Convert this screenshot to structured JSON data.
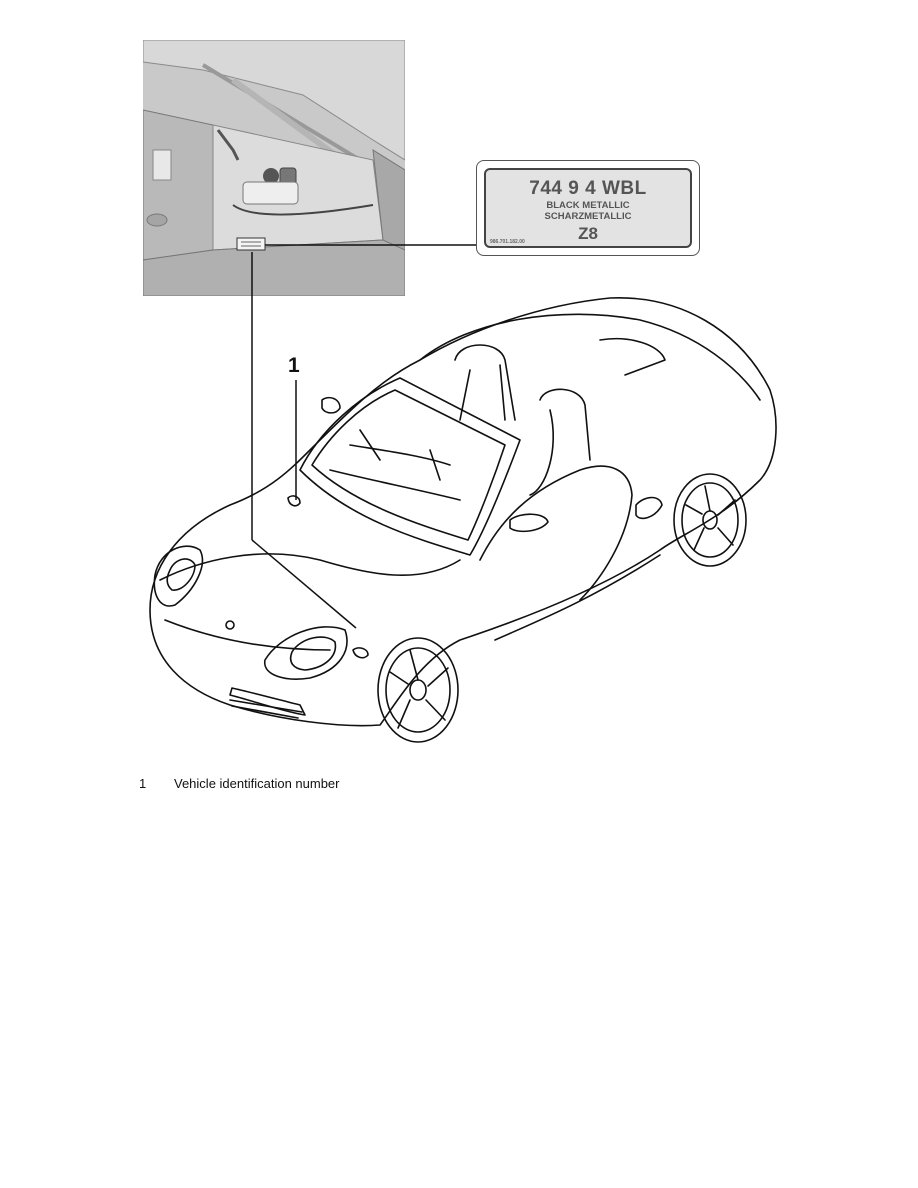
{
  "label_tag": {
    "code": "744 9 4 WBL",
    "line1": "BLACK METALLIC",
    "line2": "SCHARZMETALLIC",
    "zone": "Z8",
    "part_number": "986.701.182.00"
  },
  "callouts": [
    {
      "number": "1"
    }
  ],
  "legend": [
    {
      "number": "1",
      "text": "Vehicle identification number"
    }
  ]
}
